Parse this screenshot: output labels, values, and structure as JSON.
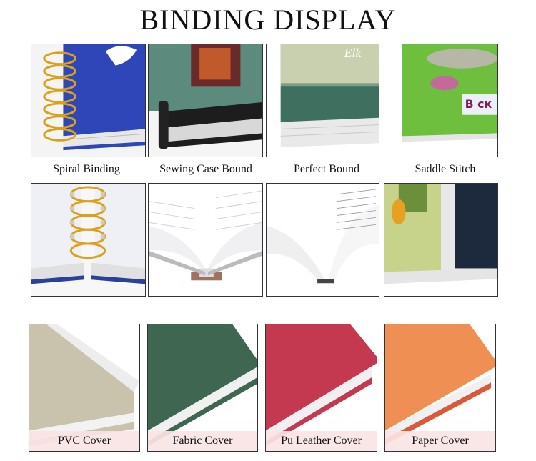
{
  "title": "BINDING DISPLAY",
  "bindings": [
    {
      "label": "Spiral Binding"
    },
    {
      "label": "Sewing Case Bound"
    },
    {
      "label": "Perfect Bound"
    },
    {
      "label": "Saddle Stitch"
    }
  ],
  "covers": [
    {
      "label": "PVC Cover",
      "color": "#c9c2ad"
    },
    {
      "label": "Fabric Cover",
      "color": "#3f6651"
    },
    {
      "label": "Pu Leather Cover",
      "color": "#c4394f"
    },
    {
      "label": "Paper Cover",
      "color": "#ef8f54"
    }
  ],
  "photo_text": {
    "perfect_bound_title": "Elk",
    "saddle_stitch_text": "В ск"
  }
}
